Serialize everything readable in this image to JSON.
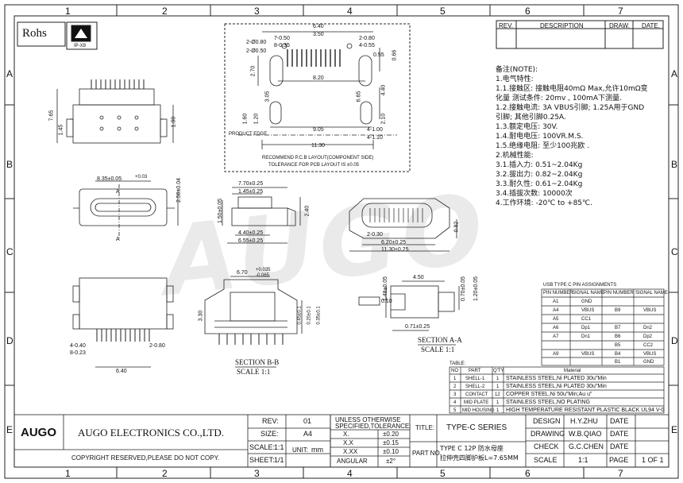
{
  "grid": {
    "columns": [
      "1",
      "2",
      "3",
      "4",
      "5",
      "6",
      "7"
    ],
    "rows": [
      "A",
      "B",
      "C",
      "D",
      "E"
    ]
  },
  "rohs": {
    "label": "Rohs",
    "badge": "IP-X8"
  },
  "watermark": "AUGO",
  "revision_table": {
    "headers": [
      "REV.",
      "DESCRIPTION",
      "DRAW.",
      "DATE."
    ]
  },
  "pcb_layout": {
    "dims": [
      "6.40",
      "2-0.80",
      "7-0.50",
      "2-Ø0.80",
      "8-0.35",
      "2-Ø0.50",
      "4-0.55",
      "3.50",
      "0.55",
      "0.66",
      "2.70",
      "8.20",
      "4.40",
      "6.65",
      "3.05",
      "1.60",
      "1.20",
      "2.10",
      "9.05",
      "4-1.00",
      "4-1.10",
      "11.30"
    ],
    "product_edge": "PRODUCT EDGE",
    "caption1": "RECOMMEND P.C.B LAYOUT(COMPONENT SIDE)",
    "caption2": "TOLERANCE FOR PCB LAYOUT IS ±0.05"
  },
  "notes": {
    "title": "备注(NOTE):",
    "lines": [
      "1.电气特性:",
      "1.1.接触区: 接触电阻40mΩ Max,允许10mΩ变",
      "    化量  测试条件: 20mv , 100mA下测量.",
      "1.2.接触电流: 3A  VBUS引脚; 1.25A用于GND",
      "    引脚; 其他引脚0.25A.",
      "1.3.额定电压: 30V.",
      "1.4.耐电电压: 100VR.M.S.",
      "1.5.绝缘电阻: 至少100兆欧 .",
      "2.机械性能:",
      "3.1.插入力: 0.51~2.04Kg",
      "3.2.拔出力: 0.82~2.04Kg",
      "3.3.耐久性: 0.61~2.04Kg",
      "3.4.插拔次数: 10000次",
      "4.工作环境: -20℃  to  +85℃."
    ]
  },
  "views": {
    "top_dims": [
      "7.65",
      "1.45",
      "1.00"
    ],
    "front_dims": [
      "8.35±0.05",
      "+0.03",
      "2.56±0.04",
      "A",
      "A"
    ],
    "side_dims": [
      "7.70±0.25",
      "1.45±0.25",
      "1.50±0.05",
      "2.40",
      "4.40±0.25",
      "6.55±0.25"
    ],
    "iso_dims": [
      "2-0.30",
      "6.20±0.25",
      "11.30±0.25",
      "0.82"
    ],
    "bottom_dims": [
      "4-0.40",
      "8-0.23",
      "2-0.80",
      "6.40"
    ],
    "section_b": {
      "dims": [
        "6.70",
        "+0.035",
        "-0.065",
        "3.30",
        "0.45±0.1",
        "0.20±0.1",
        "0.35±0.1"
      ],
      "title": "SECTION B-B",
      "scale": "SCALE 1:1"
    },
    "section_a": {
      "dims": [
        "4.50",
        "1.48±0.05",
        "0.70±0.05",
        "1.20±0.05",
        "0.10",
        "0.71±0.25"
      ],
      "title": "SECTION A-A",
      "scale": "SCALE 1:1"
    }
  },
  "pin_table": {
    "title": "USB TYPE C PIN ASSIGNMENTS",
    "headers": [
      "PIN NUMBER",
      "SIGNAL NAME",
      "PIN NUMBER",
      "SIGNAL NAME"
    ],
    "rows": [
      [
        "A1",
        "GND",
        "",
        ""
      ],
      [
        "A4",
        "VBUS",
        "B9",
        "VBUS"
      ],
      [
        "A5",
        "CC1",
        "",
        ""
      ],
      [
        "A6",
        "Dp1",
        "B7",
        "Dn2"
      ],
      [
        "A7",
        "Dn1",
        "B6",
        "Dp2"
      ],
      [
        "",
        "",
        "B5",
        "CC2"
      ],
      [
        "A9",
        "VBUS",
        "B4",
        "VBUS"
      ],
      [
        "",
        "",
        "B1",
        "GND"
      ]
    ]
  },
  "bom_table": {
    "title": "TABLE:",
    "headers": [
      "NO",
      "PART",
      "Q'TY",
      "Material"
    ],
    "rows": [
      [
        "1",
        "SHELL-1",
        "1",
        "STAINLESS STEEL,Ni PLATED 30u\"Min"
      ],
      [
        "2",
        "SHELL-2",
        "1",
        "STAINLESS STEEL,Ni PLATED 30u\"Min"
      ],
      [
        "3",
        "CONTACT",
        "12",
        "COPPER STEEL,Ni 50u\"Min;Au u\""
      ],
      [
        "4",
        "MID PLATE",
        "1",
        "STAINLESS STEEL,NO PLATING"
      ],
      [
        "5",
        "MID HOUSING",
        "1",
        "HIGH TEMPERATURE RESISTANT PLASTIC BLACK UL94 V-0"
      ]
    ]
  },
  "title_block": {
    "brand": "AUGO",
    "company": "AUGO ELECTRONICS CO.,LTD.",
    "copyright": "COPYRIGHT RESERVED,PLEASE DO NOT COPY.",
    "rev_label": "REV:",
    "rev_value": "01",
    "size_label": "SIZE:",
    "size_value": "A4",
    "scale_label": "SCALE:",
    "scale_value": "1:1",
    "sheet_label": "SHEET:",
    "sheet_value": "1/1",
    "unit_label": "UNIT:",
    "unit_value": "mm",
    "tol_header1": "UNLESS OTHERWISE",
    "tol_header2": "SPECIFIED,TOLERANCE:",
    "tolerances": [
      {
        "key": "X.",
        "value": "±0.20"
      },
      {
        "key": "X.X",
        "value": "±0.15"
      },
      {
        "key": "X.XX",
        "value": "±0.10"
      },
      {
        "key": "ANGULAR",
        "value": "±2°"
      }
    ],
    "title_label": "TITLE:",
    "title_value": "TYPE-C SERIES",
    "partno_label": "PART NO.",
    "partno_line1": "TYPE C 12P  防水母座",
    "partno_line2": "拉伸壳四脚护板L=7.65MM",
    "design_label": "DESIGN",
    "design_value": "H.Y.ZHU",
    "drawing_label": "DRAWING",
    "drawing_value": "W.B.QIAO",
    "check_label": "CHECK",
    "check_value": "G.C.CHEN",
    "scale2_label": "SCALE",
    "scale2_value": "1:1",
    "date_label": "DATE",
    "page_label": "PAGE",
    "page_value": "1 OF 1"
  }
}
